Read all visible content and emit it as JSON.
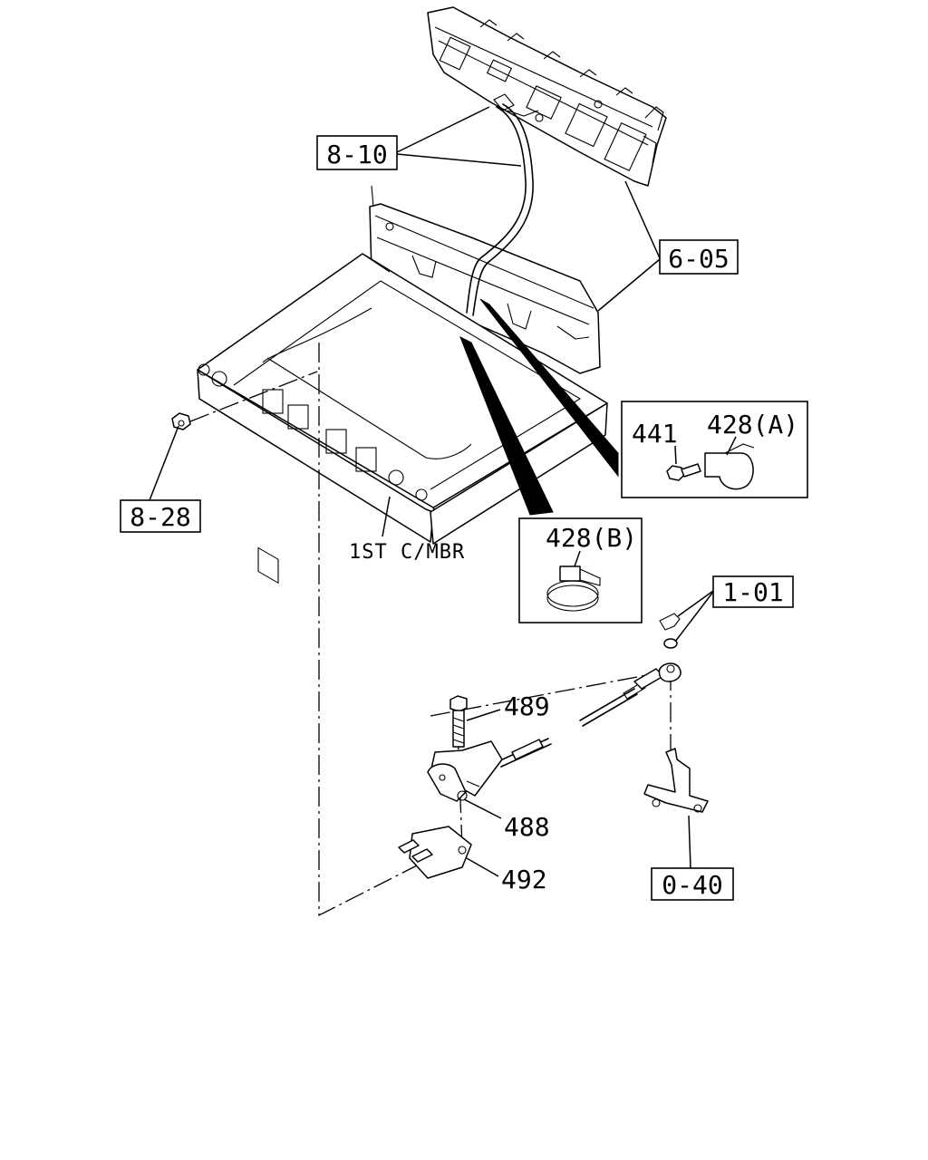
{
  "callouts": {
    "ref_8_10": "8-10",
    "ref_6_05": "6-05",
    "ref_8_28": "8-28",
    "ref_1_01": "1-01",
    "ref_0_40": "0-40"
  },
  "parts": {
    "p441": "441",
    "p428a": "428(A)",
    "p428b": "428(B)",
    "p489": "489",
    "p488": "488",
    "p492": "492"
  },
  "notes": {
    "crossmember": "1ST C/MBR"
  }
}
